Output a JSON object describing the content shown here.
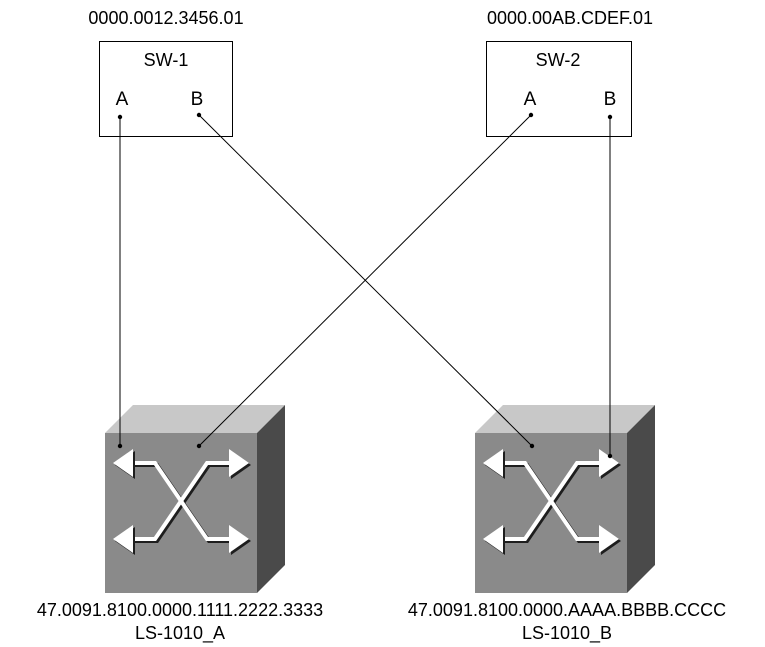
{
  "switches": [
    {
      "address": "0000.0012.3456.01",
      "name": "SW-1",
      "port_a": "A",
      "port_b": "B"
    },
    {
      "address": "0000.00AB.CDEF.01",
      "name": "SW-2",
      "port_a": "A",
      "port_b": "B"
    }
  ],
  "ls1010": [
    {
      "address": "47.0091.8100.0000.1111.2222.3333",
      "name": "LS-1010_A"
    },
    {
      "address": "47.0091.8100.0000.AAAA.BBBB.CCCC",
      "name": "LS-1010_B"
    }
  ],
  "colors": {
    "cube_top": "#c8c8c8",
    "cube_front": "#8a8a8a",
    "cube_side": "#4a4a4a",
    "arrow": "#ffffff"
  }
}
